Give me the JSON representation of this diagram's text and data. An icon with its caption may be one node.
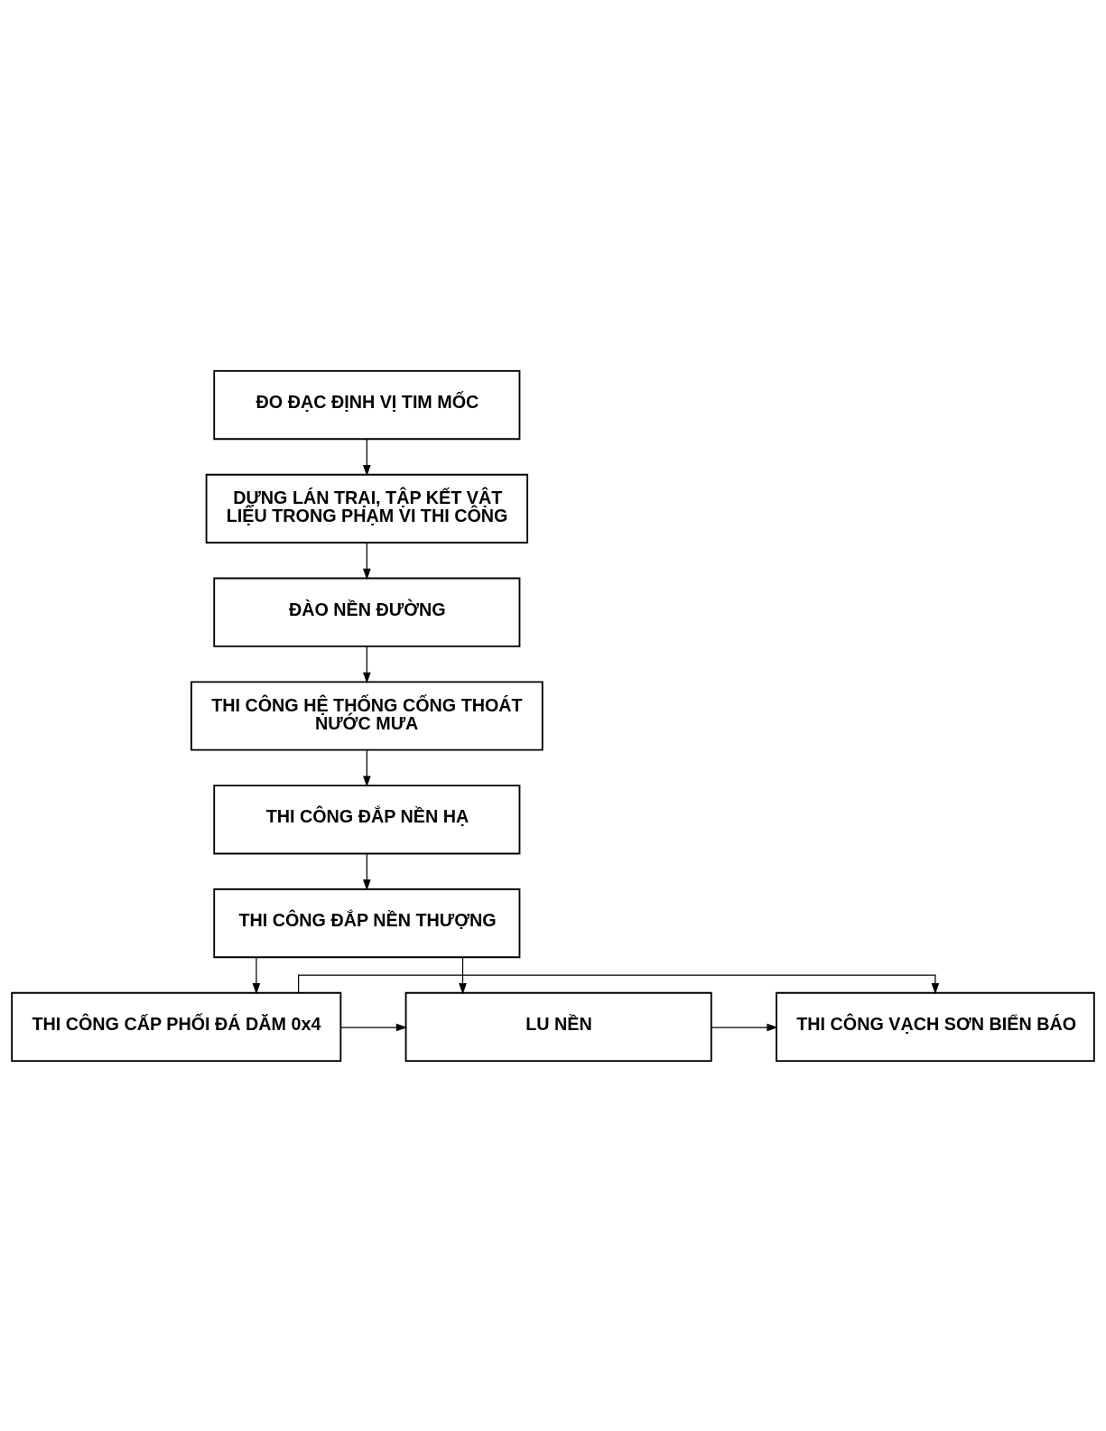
{
  "diagram": {
    "nodes": [
      {
        "text": [
          "ĐO ĐẠC ĐỊNH VỊ TIM MỐC"
        ]
      },
      {
        "text": [
          "DỰNG LÁN TRẠI, TẬP KẾT VẬT LIỆU TRONG PHẠM VI THI CÔNG"
        ]
      },
      {
        "text": [
          "ĐÀO NỀN ĐƯỜNG"
        ]
      },
      {
        "text": [
          "THI CÔNG HỆ THỐNG CỐNG THOÁT NƯỚC MƯA"
        ]
      },
      {
        "text": [
          "THI CÔNG ĐẮP NỀN HẠ"
        ]
      },
      {
        "text": [
          "THI CÔNG ĐẮP NỀN THƯỢNG"
        ]
      },
      {
        "text": [
          "THI CÔNG CẤP PHỐI ĐÁ DĂM 0x4"
        ]
      },
      {
        "text": [
          "LU NỀN"
        ]
      },
      {
        "text": [
          "THI CÔNG VẠCH SƠN BIỂN BÁO"
        ]
      }
    ],
    "edges": [
      {
        "from": 0,
        "to": 1,
        "arrow": "to"
      },
      {
        "from": 1,
        "to": 2,
        "arrow": "to"
      },
      {
        "from": 2,
        "to": 3,
        "arrow": "to"
      },
      {
        "from": 3,
        "to": 4,
        "arrow": "to"
      },
      {
        "from": 4,
        "to": 5,
        "arrow": "to"
      },
      {
        "from": 5,
        "to": 6,
        "arrow": "to"
      },
      {
        "from": 5,
        "to": 7,
        "arrow": "to"
      },
      {
        "from": 6,
        "to": 7,
        "arrow": "to"
      },
      {
        "from": 7,
        "to": 8,
        "arrow": "to"
      },
      {
        "from": 6,
        "to": 8,
        "arrow": "to"
      }
    ]
  }
}
